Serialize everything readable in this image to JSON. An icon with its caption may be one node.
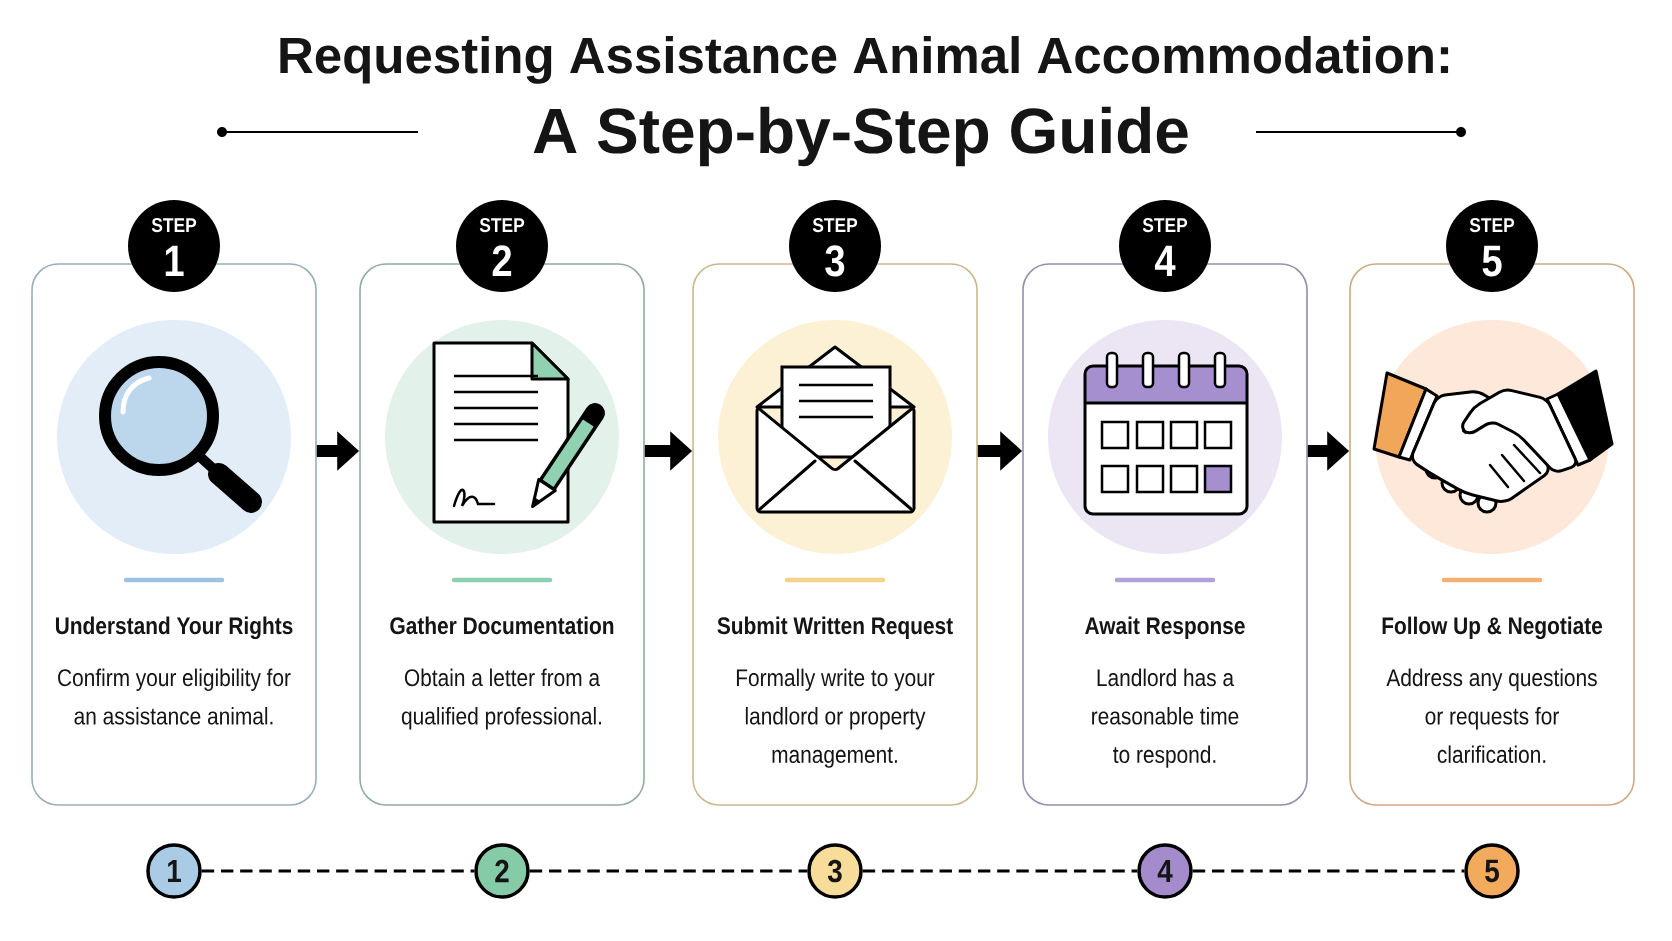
{
  "diagram": {
    "title": "Requesting Assistance Animal Accommodation:",
    "nodes": [
      {
        "text": [
          "STEP",
          "1"
        ]
      },
      {
        "text": [
          "STEP",
          "2"
        ]
      },
      {
        "text": [
          "STEP",
          "3"
        ]
      },
      {
        "text": [
          "STEP",
          "4"
        ]
      },
      {
        "text": [
          "STEP",
          "5"
        ]
      },
      {
        "text": [
          "Understand Your Rights",
          "Confirm your eligibility for an assistance animal."
        ]
      },
      {
        "text": [
          "Gather Documentation",
          "Obtain a letter from a qualified professional."
        ]
      },
      {
        "text": [
          "Submit Written Request",
          "Formally write to your landlord or property management."
        ]
      },
      {
        "text": [
          "Await Response",
          "Landlord has a reasonable time to respond."
        ]
      },
      {
        "text": [
          "Follow Up & Negotiate",
          "Address any questions or requests for clarification."
        ]
      },
      {
        "text": [
          "1"
        ]
      },
      {
        "text": [
          "2"
        ]
      },
      {
        "text": [
          "3"
        ]
      },
      {
        "text": [
          "4"
        ]
      },
      {
        "text": [
          "5"
        ]
      }
    ],
    "edges": [
      {
        "from": 5,
        "to": 6,
        "arrow": "to",
        "style": "thick"
      },
      {
        "from": 6,
        "to": 7,
        "arrow": "to",
        "style": "thick"
      },
      {
        "from": 7,
        "to": 8,
        "arrow": "to",
        "style": "thick"
      },
      {
        "from": 8,
        "to": 9,
        "arrow": "to",
        "style": "thick"
      },
      {
        "from": 10,
        "to": 11,
        "arrow": "none",
        "style": "dashed"
      },
      {
        "from": 11,
        "to": 12,
        "arrow": "none",
        "style": "dashed"
      },
      {
        "from": 12,
        "to": 13,
        "arrow": "none",
        "style": "dashed"
      },
      {
        "from": 13,
        "to": 14,
        "arrow": "none",
        "style": "dashed"
      }
    ],
    "labels": [
      "A Step-by-Step Guide"
    ]
  }
}
